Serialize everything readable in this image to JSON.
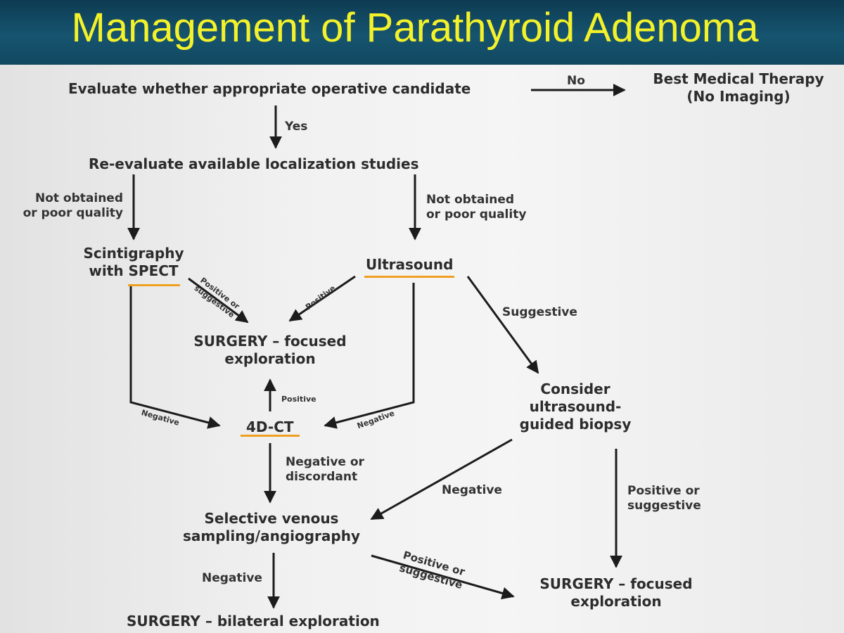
{
  "title": "Management of Parathyroid Adenoma",
  "nodes": {
    "evaluate": "Evaluate whether appropriate operative candidate",
    "best_medical_1": "Best Medical Therapy",
    "best_medical_2": "(No Imaging)",
    "reevaluate": "Re-evaluate available localization studies",
    "scinti_1": "Scintigraphy",
    "scinti_2": "with SPECT",
    "ultrasound": "Ultrasound",
    "surgery_focused_1": "SURGERY – focused",
    "surgery_focused_2": "exploration",
    "ct": "4D-CT",
    "consider_1": "Consider",
    "consider_2": "ultrasound-",
    "consider_3": "guided biopsy",
    "svs_1": "Selective venous",
    "svs_2": "sampling/angiography",
    "surgery_bilateral": "SURGERY – bilateral exploration",
    "surgery_focused2_1": "SURGERY – focused",
    "surgery_focused2_2": "exploration"
  },
  "labels": {
    "no": "No",
    "yes": "Yes",
    "not_obtained_left_1": "Not obtained",
    "not_obtained_left_2": "or poor quality",
    "not_obtained_right_1": "Not obtained",
    "not_obtained_right_2": "or poor quality",
    "positive_or": "Positive or",
    "suggestive": "suggestive",
    "positive": "Positive",
    "suggestive_us": "Suggestive",
    "positive_ct": "Positive",
    "negative_left": "Negative",
    "negative_right": "Negative",
    "negative_or": "Negative or",
    "discordant": "discordant",
    "negative_biopsy": "Negative",
    "positive_or_biopsy": "Positive or",
    "suggestive_biopsy": "suggestive",
    "negative_svs": "Negative",
    "positive_or_svs": "Positive or",
    "suggestive_svs": "suggestive"
  },
  "colors": {
    "header_bg": "#124860",
    "title_color": "#f3f22a",
    "text": "#2c2c2c",
    "underline": "#f0a020"
  }
}
